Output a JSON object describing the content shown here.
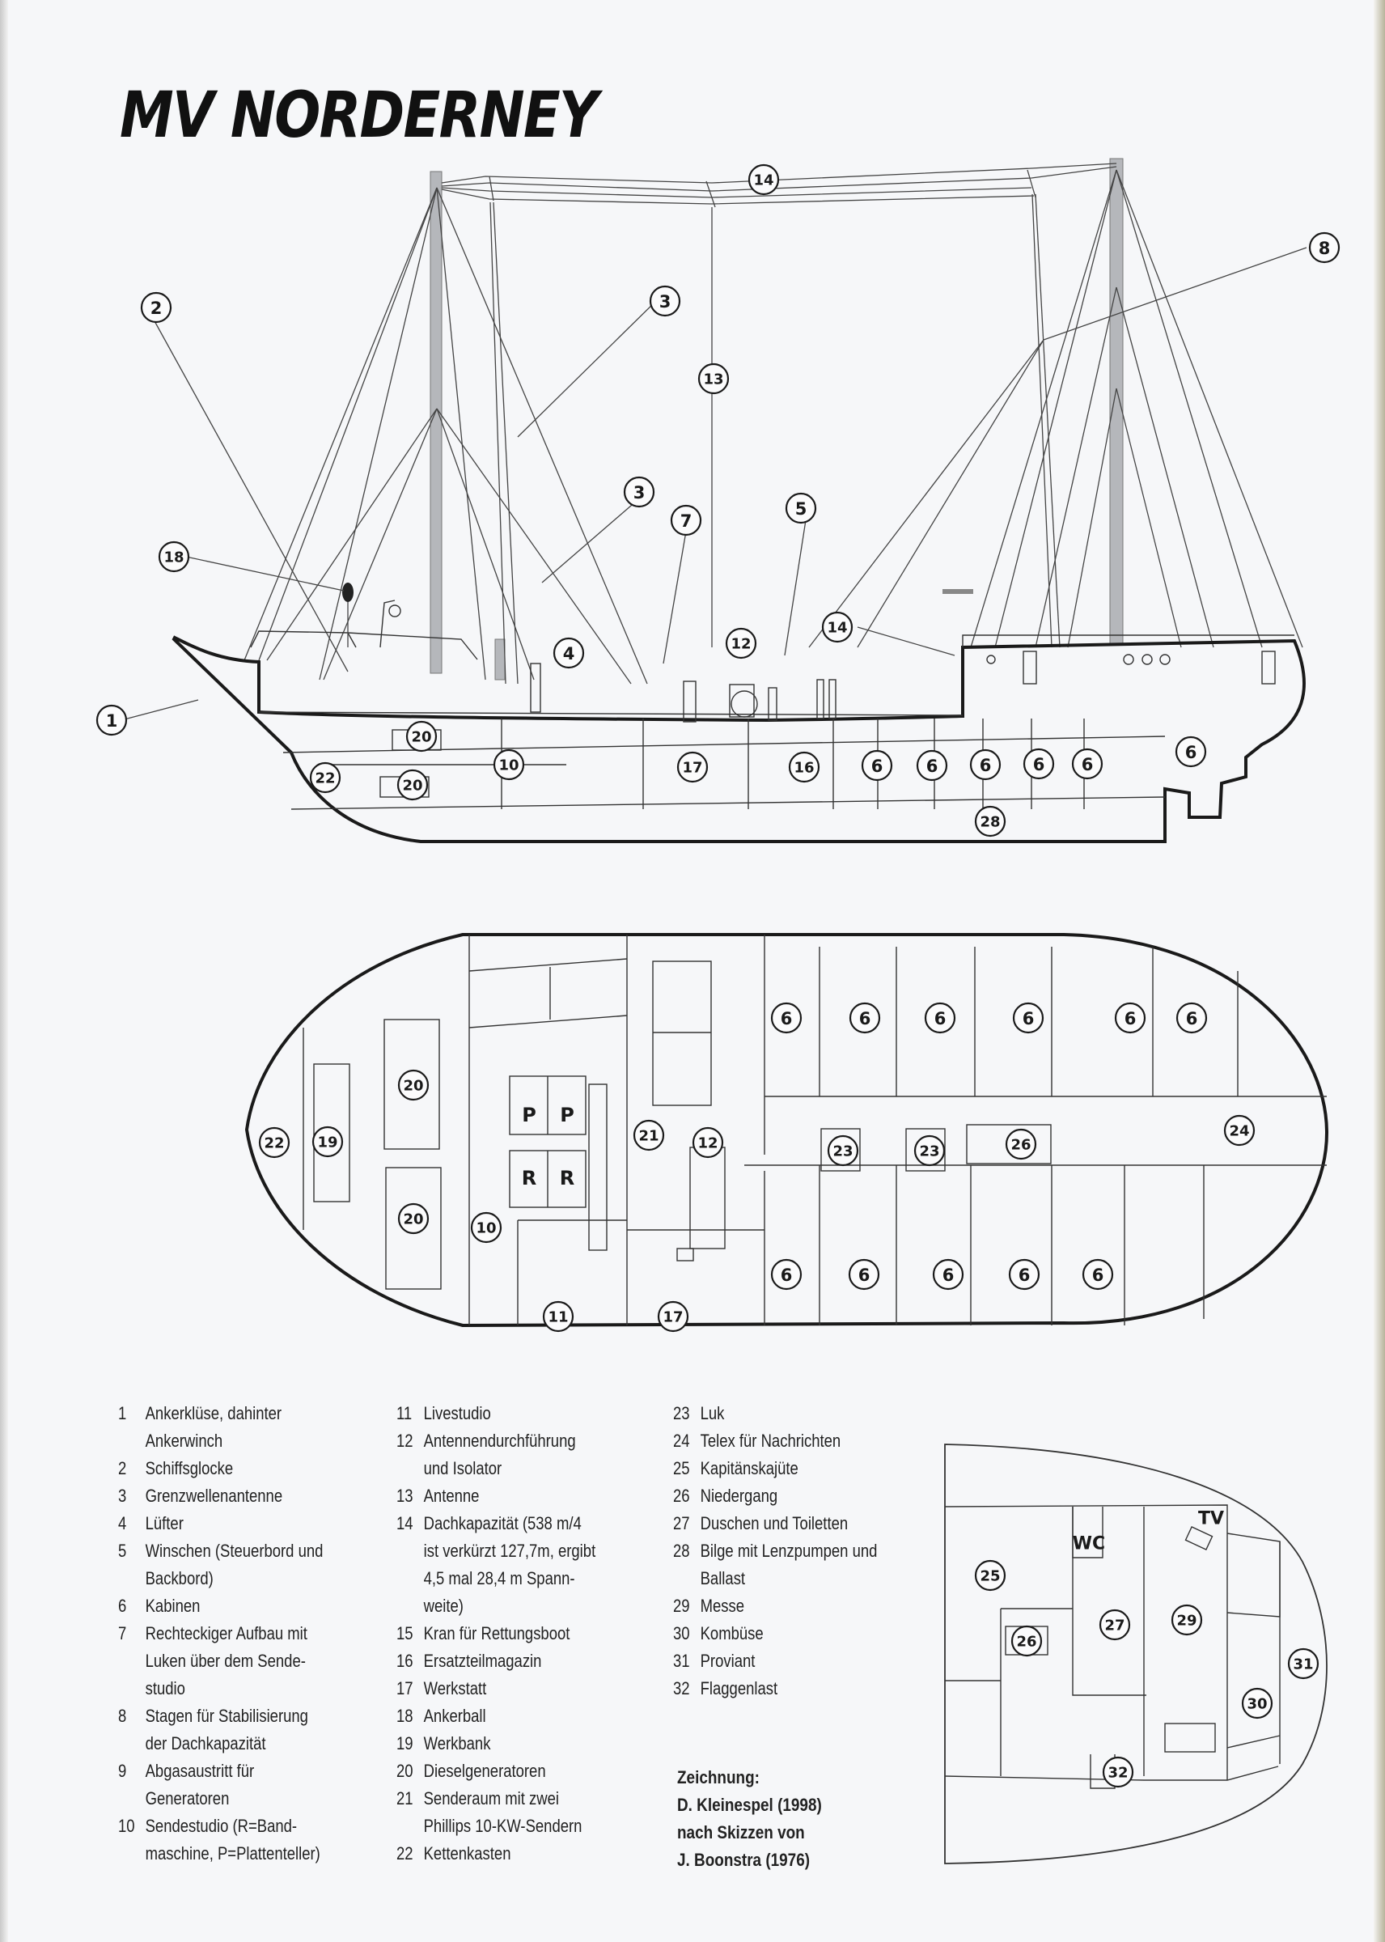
{
  "title": "MV NORDERNEY",
  "side_view": {
    "callouts": [
      "1",
      "2",
      "3",
      "3",
      "4",
      "5",
      "7",
      "8",
      "10",
      "12",
      "13",
      "14",
      "14",
      "16",
      "17",
      "18",
      "20",
      "20",
      "22",
      "28",
      "6",
      "6",
      "6",
      "6",
      "6",
      "6"
    ]
  },
  "main_deck_plan": {
    "letters": [
      "P",
      "P",
      "R",
      "R"
    ],
    "callouts": [
      "22",
      "19",
      "20",
      "20",
      "10",
      "11",
      "17",
      "21",
      "12",
      "23",
      "23",
      "26",
      "24",
      "6",
      "6",
      "6",
      "6",
      "6",
      "6",
      "6",
      "6",
      "6",
      "6",
      "6"
    ]
  },
  "aft_deck_plan": {
    "labels": [
      "WC",
      "TV"
    ],
    "callouts": [
      "25",
      "26",
      "27",
      "29",
      "30",
      "31",
      "32"
    ]
  },
  "legend": [
    {
      "num": "1",
      "text": "Ankerklüse, dahinter\nAnkerwinch"
    },
    {
      "num": "2",
      "text": "Schiffsglocke"
    },
    {
      "num": "3",
      "text": "Grenzwellenantenne"
    },
    {
      "num": "4",
      "text": "Lüfter"
    },
    {
      "num": "5",
      "text": "Winschen (Steuerbord und\nBackbord)"
    },
    {
      "num": "6",
      "text": "Kabinen"
    },
    {
      "num": "7",
      "text": "Rechteckiger Aufbau mit\nLuken über dem Sende-\nstudio"
    },
    {
      "num": "8",
      "text": "Stagen für Stabilisierung\nder Dachkapazität"
    },
    {
      "num": "9",
      "text": "Abgasaustritt für\nGeneratoren"
    },
    {
      "num": "10",
      "text": "Sendestudio (R=Band-\nmaschine, P=Plattenteller)"
    },
    {
      "num": "11",
      "text": "Livestudio"
    },
    {
      "num": "12",
      "text": "Antennendurchführung\nund Isolator"
    },
    {
      "num": "13",
      "text": "Antenne"
    },
    {
      "num": "14",
      "text": "Dachkapazität (538 m/4\nist verkürzt 127,7m, ergibt\n4,5 mal 28,4 m Spann-\nweite)"
    },
    {
      "num": "15",
      "text": "Kran für Rettungsboot"
    },
    {
      "num": "16",
      "text": "Ersatzteilmagazin"
    },
    {
      "num": "17",
      "text": "Werkstatt"
    },
    {
      "num": "18",
      "text": "Ankerball"
    },
    {
      "num": "19",
      "text": "Werkbank"
    },
    {
      "num": "20",
      "text": "Dieselgeneratoren"
    },
    {
      "num": "21",
      "text": "Senderaum mit zwei\nPhillips 10-KW-Sendern"
    },
    {
      "num": "22",
      "text": "Kettenkasten"
    },
    {
      "num": "23",
      "text": "Luk"
    },
    {
      "num": "24",
      "text": "Telex für Nachrichten"
    },
    {
      "num": "25",
      "text": "Kapitänskajüte"
    },
    {
      "num": "26",
      "text": "Niedergang"
    },
    {
      "num": "27",
      "text": "Duschen und Toiletten"
    },
    {
      "num": "28",
      "text": "Bilge mit Lenzpumpen und\nBallast"
    },
    {
      "num": "29",
      "text": "Messe"
    },
    {
      "num": "30",
      "text": "Kombüse"
    },
    {
      "num": "31",
      "text": "Proviant"
    },
    {
      "num": "32",
      "text": "Flaggenlast"
    }
  ],
  "credits": [
    "Zeichnung:",
    "D. Kleinespel (1998)",
    "nach Skizzen von",
    "J. Boonstra (1976)"
  ]
}
